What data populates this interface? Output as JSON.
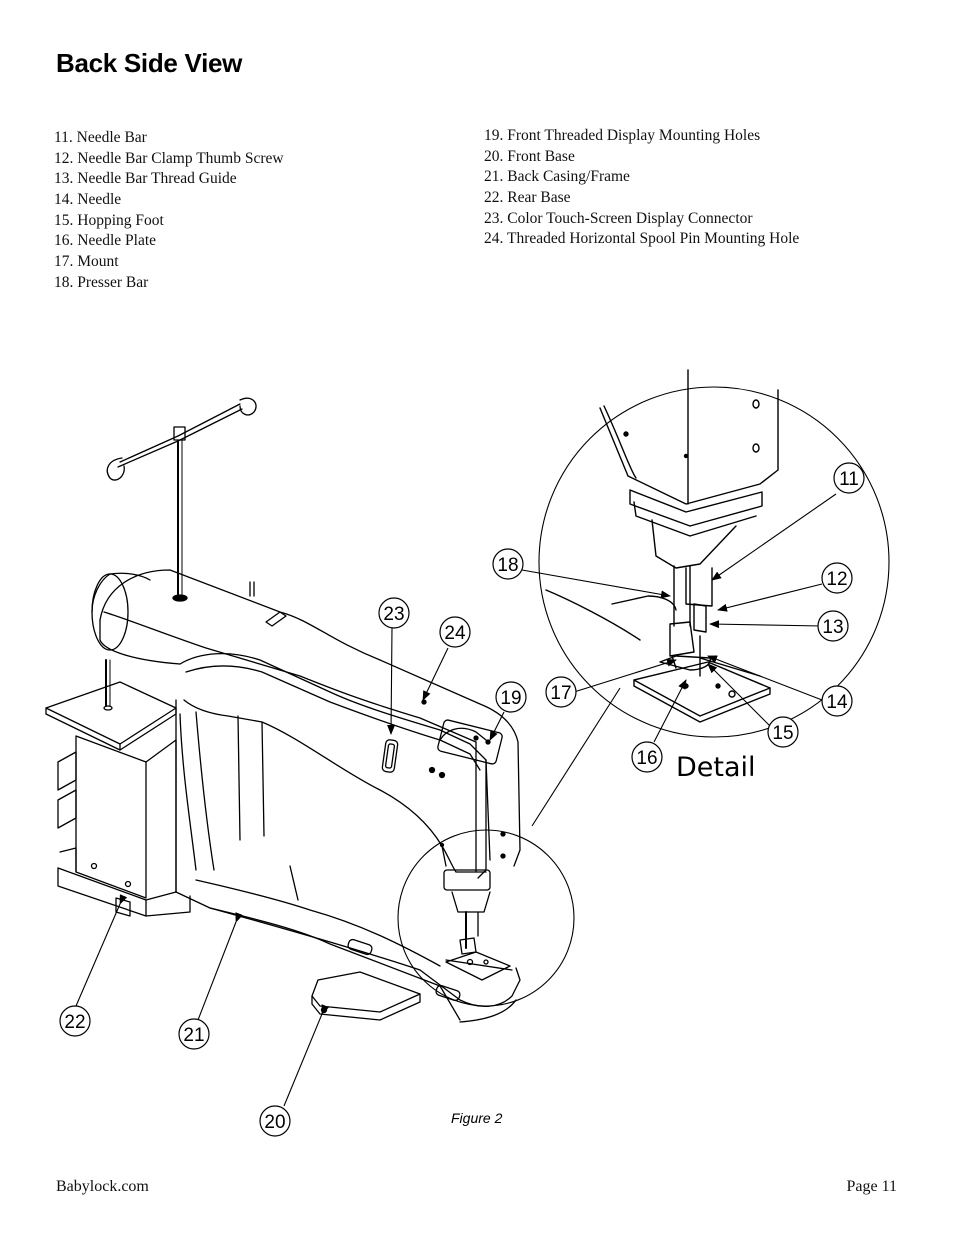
{
  "page": {
    "title": "Back Side View",
    "parts_left": [
      "11. Needle Bar",
      "12. Needle Bar Clamp Thumb Screw",
      "13. Needle Bar Thread Guide",
      "14. Needle",
      "15. Hopping Foot",
      "16. Needle Plate",
      "17. Mount",
      "18. Presser Bar"
    ],
    "parts_right": [
      "19. Front Threaded Display Mounting Holes",
      "20. Front Base",
      "21. Back Casing/Frame",
      "22. Rear Base",
      "23. Color Touch-Screen Display Connector",
      "24. Threaded Horizontal Spool Pin Mounting Hole"
    ]
  },
  "figure": {
    "caption": "Figure 2",
    "detail_label": "Detail",
    "callouts": {
      "c11": "11",
      "c12": "12",
      "c13": "13",
      "c14": "14",
      "c15": "15",
      "c16": "16",
      "c17": "17",
      "c18": "18",
      "c19": "19",
      "c20": "20",
      "c21": "21",
      "c22": "22",
      "c23": "23",
      "c24": "24"
    }
  },
  "footer": {
    "left": "Babylock.com",
    "right": "Page 11"
  }
}
